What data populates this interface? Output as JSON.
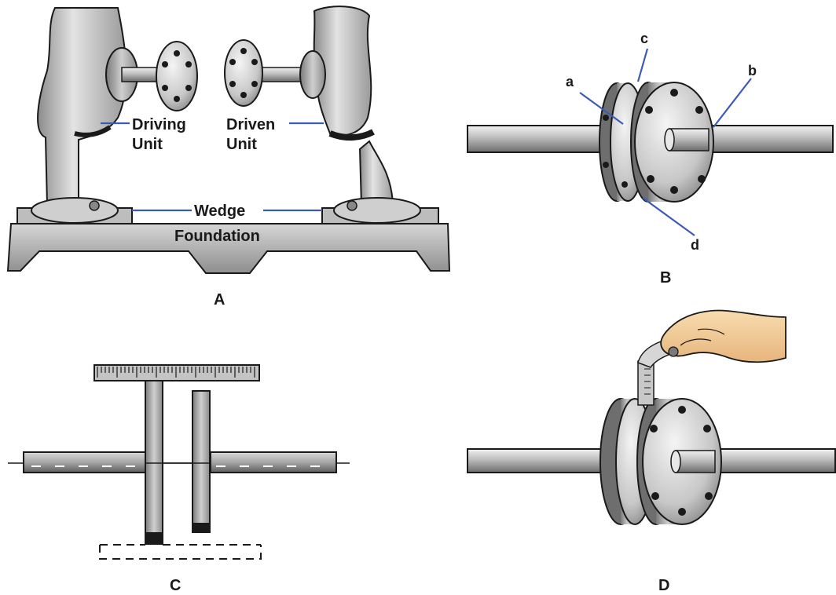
{
  "panels": {
    "a": {
      "label": "A",
      "driving_1": "Driving",
      "driving_2": "Unit",
      "driven_1": "Driven",
      "driven_2": "Unit",
      "wedge": "Wedge",
      "foundation": "Foundation"
    },
    "b": {
      "label": "B",
      "part_a": "a",
      "part_b": "b",
      "part_c": "c",
      "part_d": "d"
    },
    "c": {
      "label": "C"
    },
    "d": {
      "label": "D"
    }
  },
  "colors": {
    "leader": "#3b5bb5",
    "steel_light": "#e6e6e6",
    "steel": "#b9b9b9",
    "steel_dark": "#6e6e6e",
    "ink": "#1a1a1a",
    "skin": "#f3cf9b"
  }
}
